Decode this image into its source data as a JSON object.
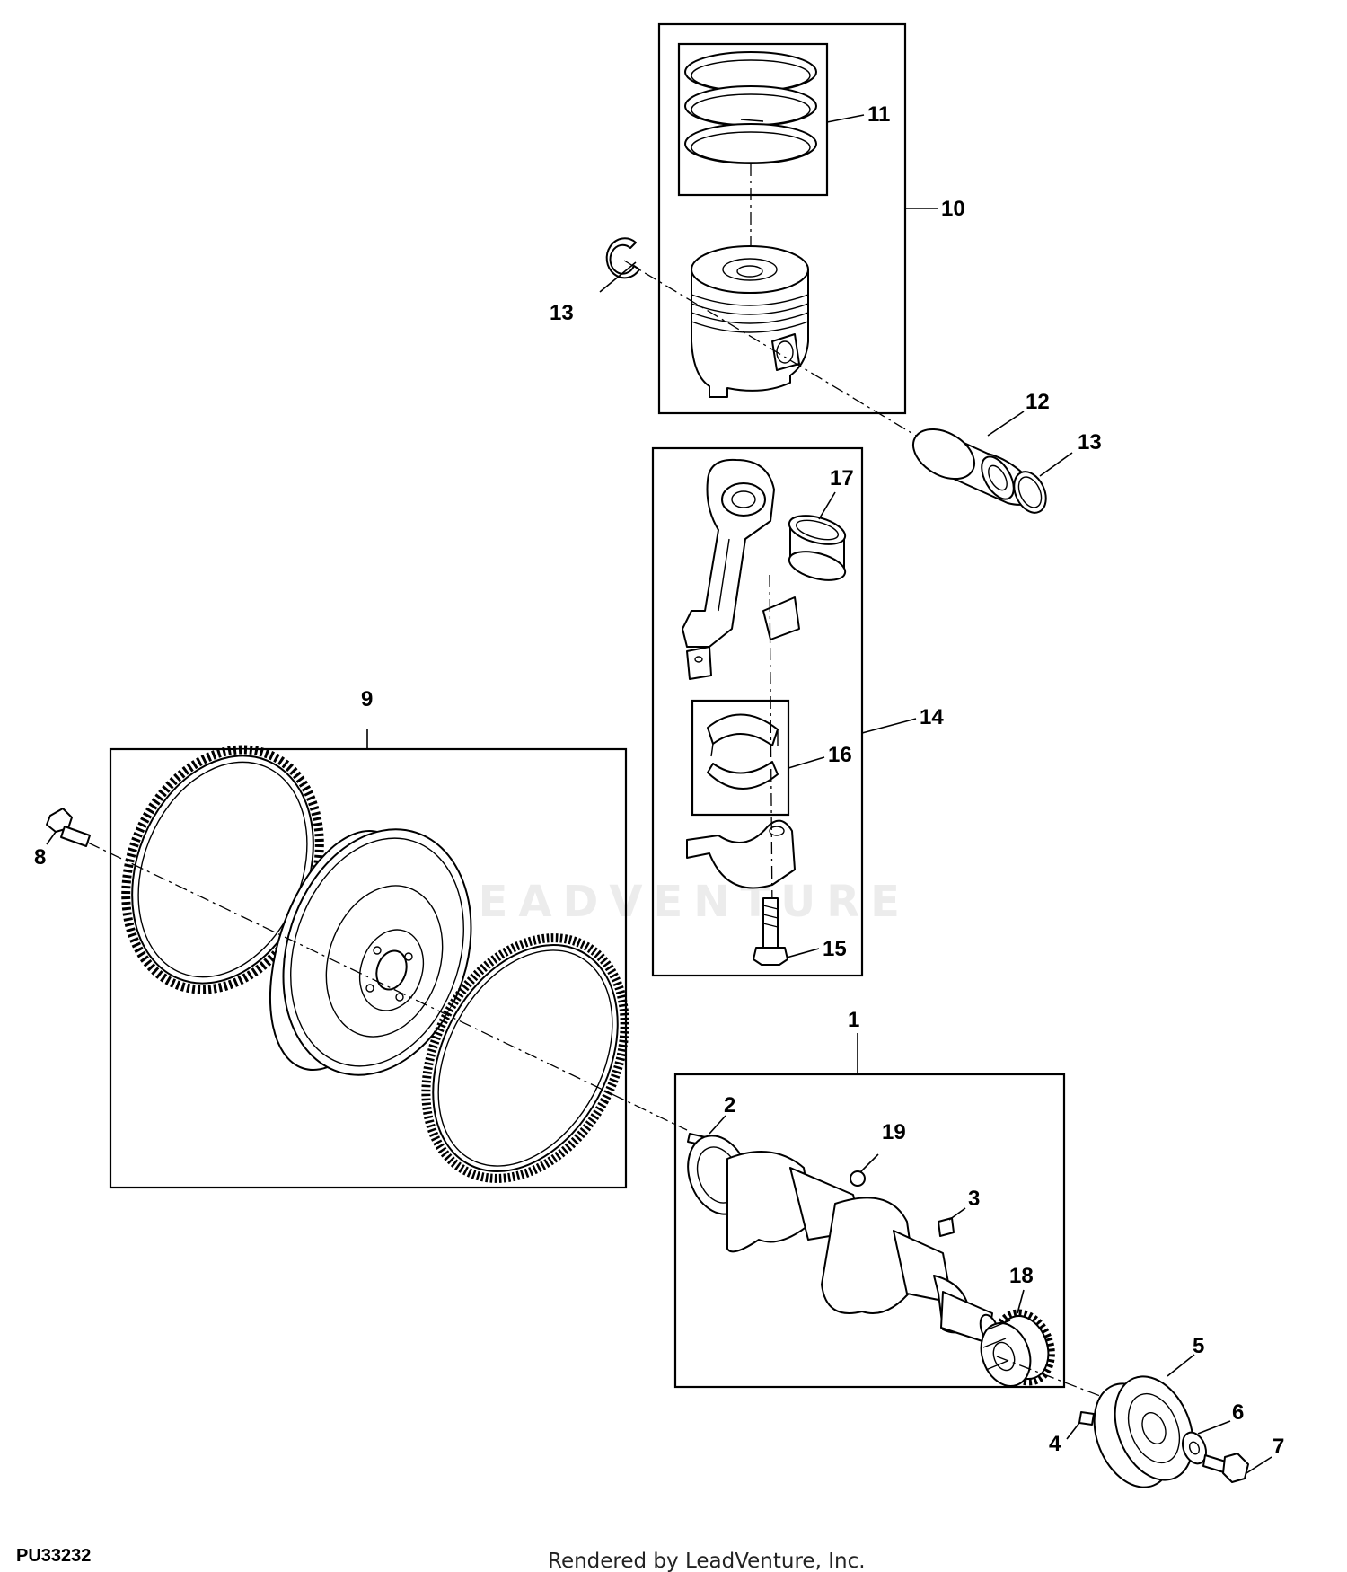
{
  "diagram": {
    "figure_id": "PU33232",
    "footer_credit": "Rendered by LeadVenture, Inc.",
    "watermark": "LEADVENTURE",
    "callouts": {
      "c1": "1",
      "c2": "2",
      "c3": "3",
      "c4": "4",
      "c5": "5",
      "c6": "6",
      "c7": "7",
      "c8": "8",
      "c9": "9",
      "c10": "10",
      "c11": "11",
      "c12": "12",
      "c13a": "13",
      "c13b": "13",
      "c14": "14",
      "c15": "15",
      "c16": "16",
      "c17": "17",
      "c18": "18",
      "c19": "19"
    }
  }
}
